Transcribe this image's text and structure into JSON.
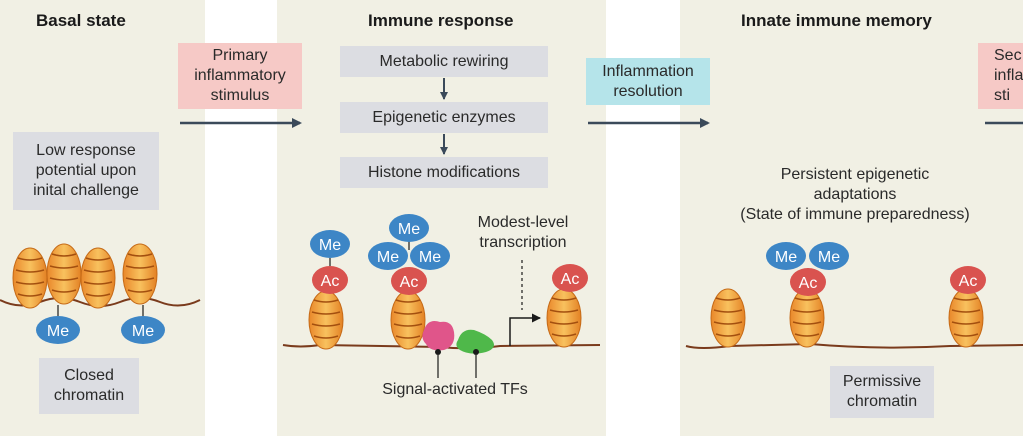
{
  "panels": {
    "basal": {
      "title": "Basal state",
      "response_box": "Low response\npotential upon\ninital challenge",
      "chromatin_box": "Closed\nchromatin"
    },
    "immune": {
      "title": "Immune response",
      "steps": [
        "Metabolic rewiring",
        "Epigenetic enzymes",
        "Histone modifications"
      ],
      "transcription_label": "Modest-level\ntranscription",
      "tf_label": "Signal-activated TFs"
    },
    "memory": {
      "title": "Innate immune memory",
      "adaptations": "Persistent epigenetic\nadaptations\n(State of immune preparedness)",
      "chromatin_box": "Permissive\nchromatin"
    }
  },
  "stimuli": {
    "primary": "Primary\ninflammatory\nstimulus",
    "resolution": "Inflammation\nresolution",
    "secondary_partial": "Sec\ninfla\nsti"
  },
  "marks": {
    "me": "Me",
    "ac": "Ac"
  },
  "colors": {
    "panel": "#f1f0e4",
    "gray_box": "#dcdde2",
    "pink_box": "#f6c9c6",
    "cyan_box": "#b5e4ea",
    "me_blue": "#3d86c6",
    "ac_red": "#d9534f",
    "nucleosome": "#f3a53d",
    "tf_pink": "#e0558a",
    "tf_green": "#4fb84a",
    "arrow": "#3b4a5a"
  },
  "icons": [
    "nucleosome-icon",
    "methyl-mark-icon",
    "acetyl-mark-icon",
    "transcription-factor-icon",
    "promoter-arrow-icon"
  ]
}
